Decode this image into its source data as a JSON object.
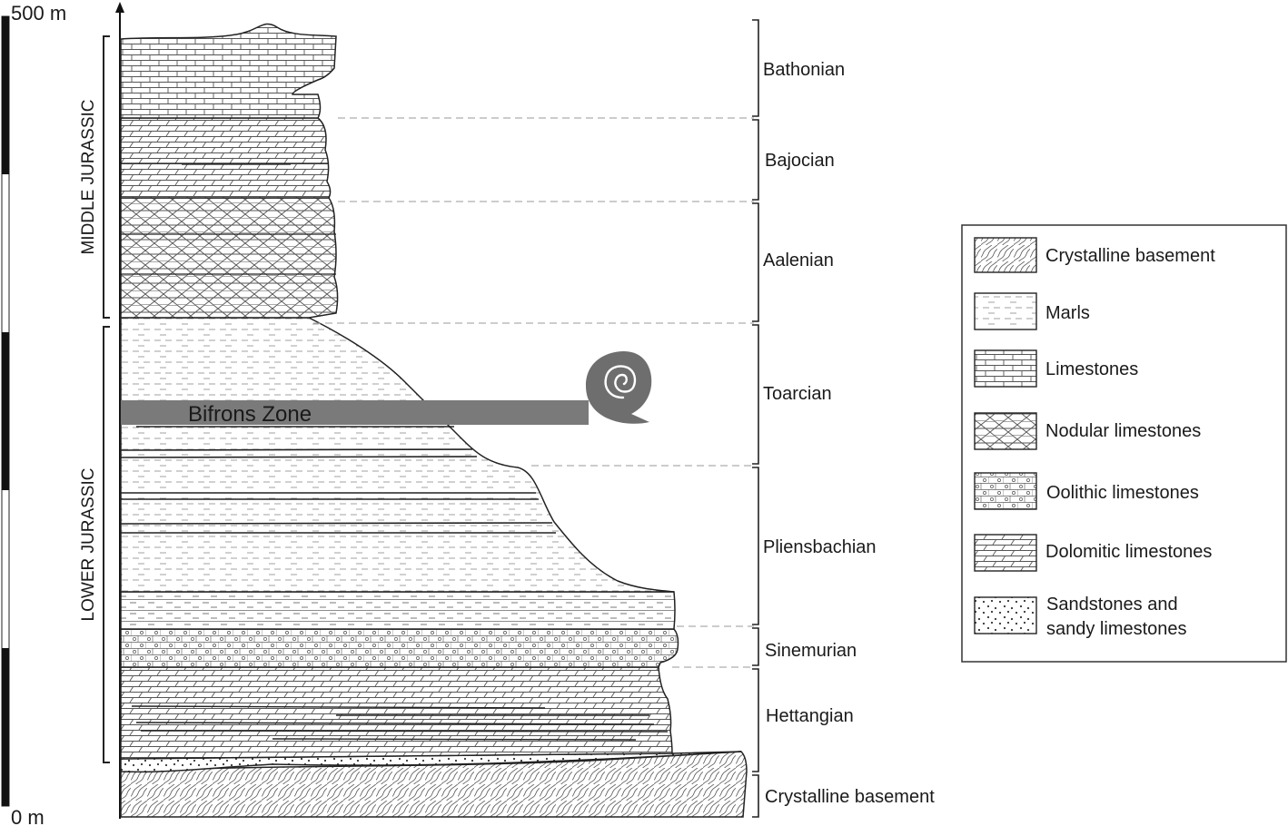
{
  "scale": {
    "top": "500 m",
    "bottom": "0 m"
  },
  "periods": [
    {
      "key": "middle",
      "label": "MIDDLE JURASSIC"
    },
    {
      "key": "lower",
      "label": "LOWER JURASSIC"
    }
  ],
  "stages": [
    {
      "key": "bathonian",
      "label": "Bathonian"
    },
    {
      "key": "bajocian",
      "label": "Bajocian"
    },
    {
      "key": "aalenian",
      "label": "Aalenian"
    },
    {
      "key": "toarcian",
      "label": "Toarcian"
    },
    {
      "key": "pliensbachian",
      "label": "Pliensbachian"
    },
    {
      "key": "sinemurian",
      "label": "Sinemurian"
    },
    {
      "key": "hettangian",
      "label": "Hettangian"
    },
    {
      "key": "basement",
      "label": "Crystalline basement"
    }
  ],
  "zone": {
    "label": "Bifrons Zone",
    "icon": "ammonite-icon",
    "color": "#7a7a7a"
  },
  "legend": [
    {
      "key": "crystalline",
      "lines": [
        "Crystalline basement"
      ],
      "pattern": "crystalline"
    },
    {
      "key": "marls",
      "lines": [
        "Marls"
      ],
      "pattern": "marl"
    },
    {
      "key": "limestones",
      "lines": [
        "Limestones"
      ],
      "pattern": "lime"
    },
    {
      "key": "nodular",
      "lines": [
        "Nodular limestones"
      ],
      "pattern": "nodular"
    },
    {
      "key": "oolithic",
      "lines": [
        "Oolithic limestones"
      ],
      "pattern": "oolithic"
    },
    {
      "key": "dolomitic",
      "lines": [
        "Dolomitic limestones"
      ],
      "pattern": "dolomitic"
    },
    {
      "key": "sandstones",
      "lines": [
        "Sandstones and",
        "sandy limestones"
      ],
      "pattern": "sand"
    }
  ]
}
